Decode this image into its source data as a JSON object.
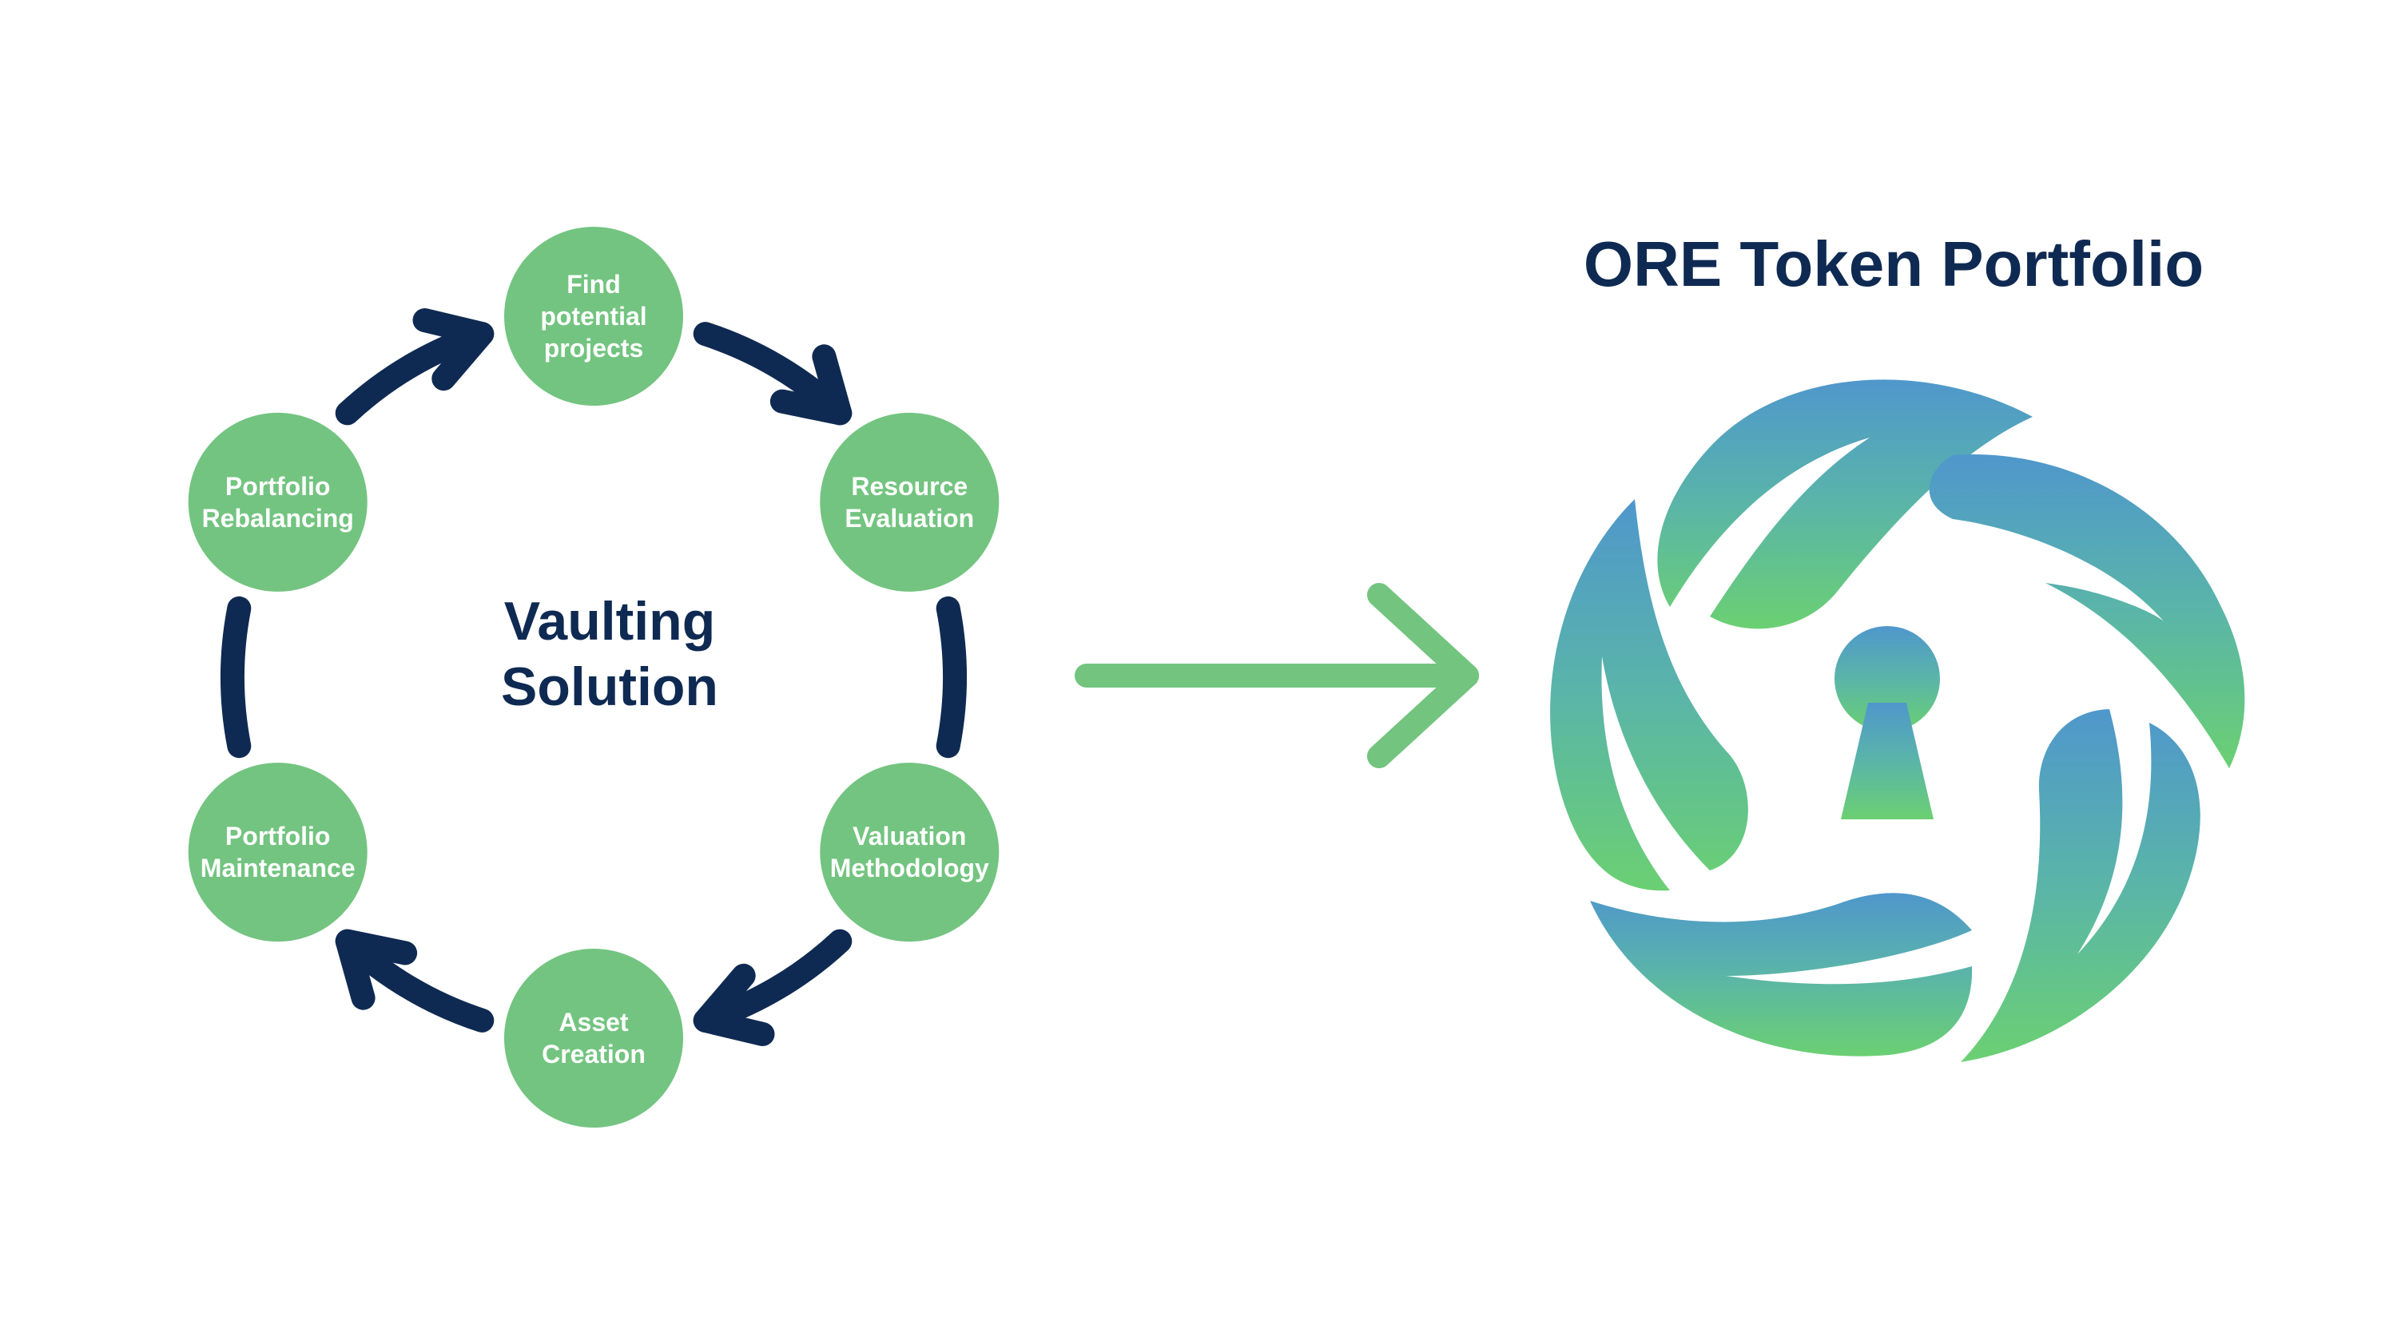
{
  "center": {
    "lines": [
      "Vaulting",
      "Solution"
    ]
  },
  "nodes": [
    {
      "id": "find-potential-projects",
      "lines": [
        "Find",
        "potential",
        "projects"
      ]
    },
    {
      "id": "resource-evaluation",
      "lines": [
        "Resource",
        "Evaluation"
      ]
    },
    {
      "id": "valuation-methodology",
      "lines": [
        "Valuation",
        "Methodology"
      ]
    },
    {
      "id": "asset-creation",
      "lines": [
        "Asset",
        "Creation"
      ]
    },
    {
      "id": "portfolio-maintenance",
      "lines": [
        "Portfolio",
        "Maintenance"
      ]
    },
    {
      "id": "portfolio-rebalancing",
      "lines": [
        "Portfolio",
        "Rebalancing"
      ]
    }
  ],
  "portfolio": {
    "title": "ORE Token Portfolio"
  },
  "logo": {
    "icon": "leaf-keyhole-logo-icon"
  },
  "arrow": {
    "icon": "right-arrow-icon"
  },
  "colors": {
    "navy": "#0f2a52",
    "node_green": "#73c480",
    "arrow_green": "#72c47f",
    "logo_blue": "#4f97cc",
    "logo_teal": "#5ab5a8",
    "logo_green": "#6bd072",
    "node_text": "#ffffff"
  }
}
